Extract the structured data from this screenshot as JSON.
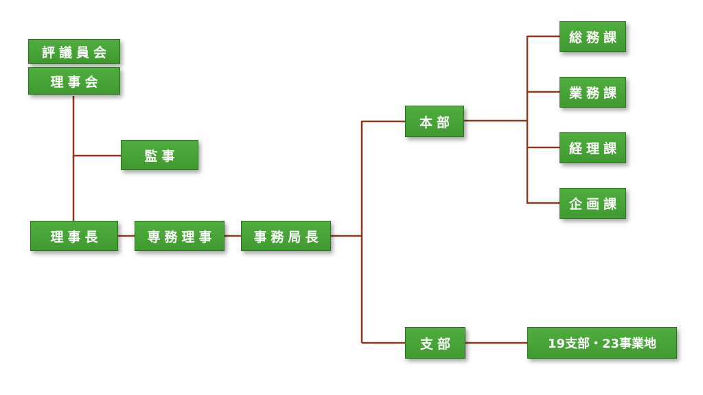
{
  "colors": {
    "box_fill": "#45a235",
    "box_border": "#2e6e22",
    "box_text": "#ffffff",
    "connector": "#8b3a1f",
    "background": "#ffffff"
  },
  "nodes": {
    "hyogiinkai": "評議員会",
    "rijikai": "理事会",
    "kanji": "監事",
    "rijicho": "理事長",
    "senmu_riji": "専務理事",
    "jimukyokucho": "事務局長",
    "honbu": "本部",
    "somuka": "総務課",
    "gyomuka": "業務課",
    "keirika": "経理課",
    "kikakuka": "企画課",
    "shibu": "支部",
    "shibu_detail": "19支部・23事業地"
  }
}
